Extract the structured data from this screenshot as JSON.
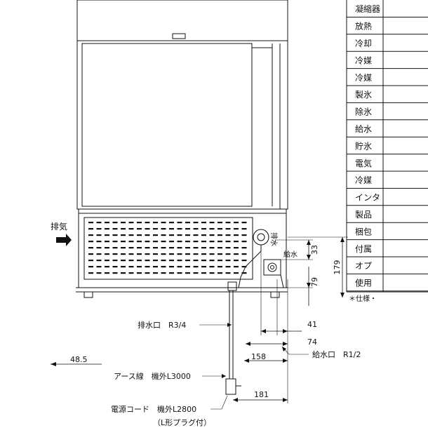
{
  "spec_table": {
    "rows": [
      "凝縮器",
      "放熱",
      "冷却",
      "冷媒",
      "冷媒",
      "製氷",
      "除氷",
      "給水",
      "貯氷",
      "電気",
      "冷媒",
      "インタ",
      "製品",
      "梱包",
      "付属",
      "オプ",
      "使用"
    ],
    "footnote": "＊仕様・"
  },
  "labels": {
    "exhaust": "排気",
    "drain": "排水口　R3/4",
    "water_inlet": "給水口　R1/2",
    "earth_wire": "アース線　機外L3000",
    "power_cord": "電源コード　機外L2800",
    "plug_note": "（L形プラグ付）",
    "drain_mark": "排水",
    "water_mark": "給水"
  },
  "dimensions": {
    "d33": "33",
    "d79": "79",
    "d179": "179",
    "d41": "41",
    "d74": "74",
    "d158": "158",
    "d181": "181",
    "d48_5": "48.5"
  }
}
